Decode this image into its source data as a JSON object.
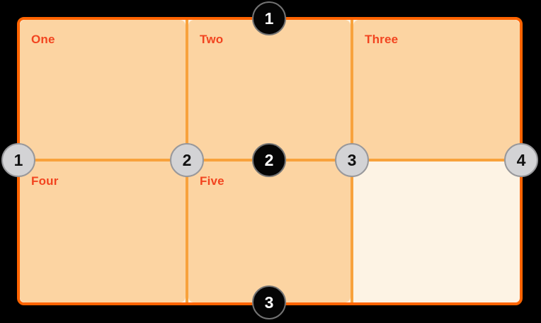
{
  "background_color": "#000000",
  "grid": {
    "cells": [
      {
        "label": "One"
      },
      {
        "label": "Two"
      },
      {
        "label": "Three"
      },
      {
        "label": "Four"
      },
      {
        "label": "Five"
      },
      {
        "label": ""
      }
    ],
    "row_line_numbers": [
      "1",
      "2",
      "3"
    ],
    "column_line_numbers": [
      "1",
      "2",
      "3",
      "4"
    ],
    "colors": {
      "outer_border": "#ff6400",
      "grid_line": "#f8a23c",
      "cell_fill": "#fcd4a2",
      "empty_cell_fill": "#fdf3e4",
      "cell_label_text": "#f2441f",
      "row_marker_fill": "#050505",
      "row_marker_text": "#ffffff",
      "row_marker_ring": "#747474",
      "column_marker_fill": "#d3d3d5",
      "column_marker_text": "#111111",
      "column_marker_ring": "#98989b"
    }
  }
}
